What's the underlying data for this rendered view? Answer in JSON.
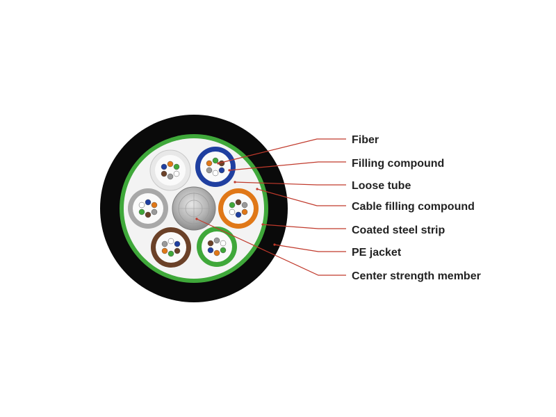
{
  "diagram": {
    "callouts": [
      {
        "key": "fiber",
        "label": "Fiber"
      },
      {
        "key": "filling_compound",
        "label": "Filling compound"
      },
      {
        "key": "loose_tube",
        "label": "Loose tube"
      },
      {
        "key": "cable_filling_compound",
        "label": "Cable filling compound"
      },
      {
        "key": "coated_steel_strip",
        "label": "Coated steel strip"
      },
      {
        "key": "pe_jacket",
        "label": "PE jacket"
      },
      {
        "key": "center_strength_member",
        "label": "Center strength member"
      }
    ],
    "colors": {
      "jacket": "#0a0a0a",
      "steel_strip": "#3fa83a",
      "filling": "#f3f3f3",
      "leader": "#c0392b",
      "tubes": [
        "#e8e8e8",
        "#1f3fa0",
        "#e07818",
        "#3fa83a",
        "#6b4128",
        "#a8a8a8"
      ],
      "fiber_colors": [
        "#1f3fa0",
        "#e07818",
        "#3fa83a",
        "#6b4128",
        "#9a9a9a",
        "#ffffff"
      ]
    }
  }
}
